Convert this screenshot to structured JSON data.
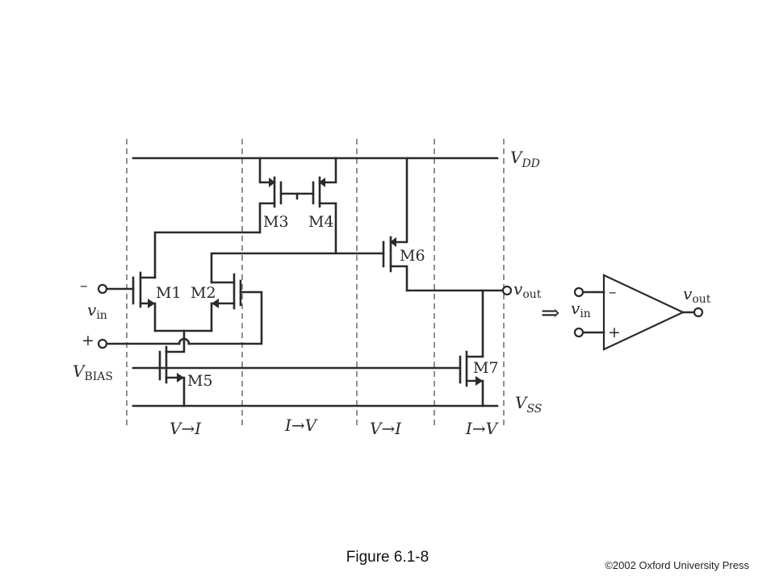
{
  "diagram": {
    "rails": {
      "vdd_main": "V",
      "vdd_sub": "DD",
      "vss_main": "V",
      "vss_sub": "SS"
    },
    "transistors": {
      "m1": "M1",
      "m2": "M2",
      "m3": "M3",
      "m4": "M4",
      "m5": "M5",
      "m6": "M6",
      "m7": "M7"
    },
    "inputs": {
      "minus": "–",
      "plus": "+",
      "vin_main": "v",
      "vin_sub": "in"
    },
    "bias": {
      "main": "V",
      "sub": "BIAS"
    },
    "output": {
      "main": "v",
      "sub": "out"
    },
    "sections": [
      {
        "from": "V",
        "arrow": "→",
        "to": "I"
      },
      {
        "from": "I",
        "arrow": "→",
        "to": "V"
      },
      {
        "from": "V",
        "arrow": "→",
        "to": "I"
      },
      {
        "from": "I",
        "arrow": "→",
        "to": "V"
      }
    ],
    "equivalence_arrow": "⇒",
    "opamp": {
      "minus": "–",
      "plus": "+",
      "vin_main": "v",
      "vin_sub": "in",
      "vout_main": "v",
      "vout_sub": "out"
    }
  },
  "caption": "Figure 6.1-8",
  "copyright": "©2002  Oxford University Press"
}
